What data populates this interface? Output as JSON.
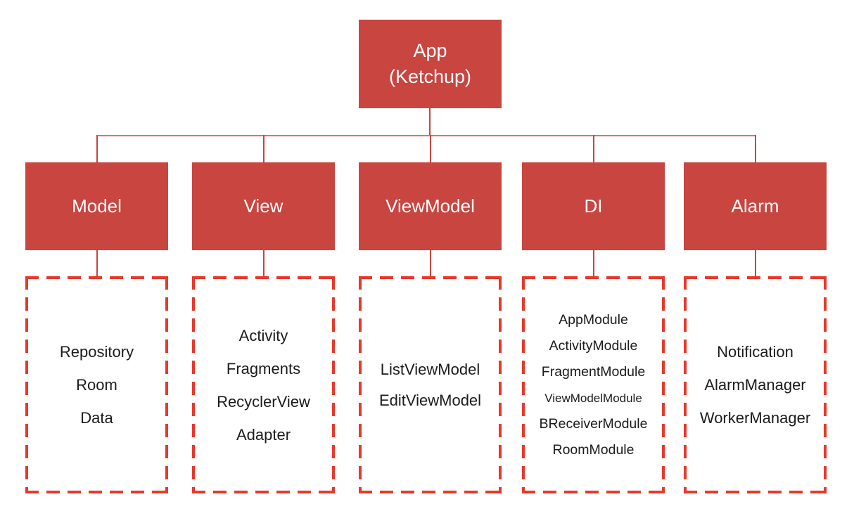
{
  "root": {
    "line1": "App",
    "line2": "(Ketchup)"
  },
  "columns": [
    {
      "label": "Model",
      "items": [
        "Repository",
        "Room",
        "Data"
      ]
    },
    {
      "label": "View",
      "items": [
        "Activity",
        "Fragments",
        "RecyclerView",
        "Adapter"
      ]
    },
    {
      "label": "ViewModel",
      "items": [
        "ListViewModel",
        "EditViewModel"
      ]
    },
    {
      "label": "DI",
      "items": [
        "AppModule",
        "ActivityModule",
        "FragmentModule",
        "ViewModelModule",
        "BReceiverModule",
        "RoomModule"
      ]
    },
    {
      "label": "Alarm",
      "items": [
        "Notification",
        "AlarmManager",
        "WorkerManager"
      ]
    }
  ],
  "colors": {
    "node_fill": "#c84540",
    "node_text": "#ffffff",
    "dashed_border": "#e8382a",
    "item_text": "#1b1b1b",
    "connector": "#c9443e",
    "connector_light": "#d97570",
    "background": "#ffffff"
  }
}
